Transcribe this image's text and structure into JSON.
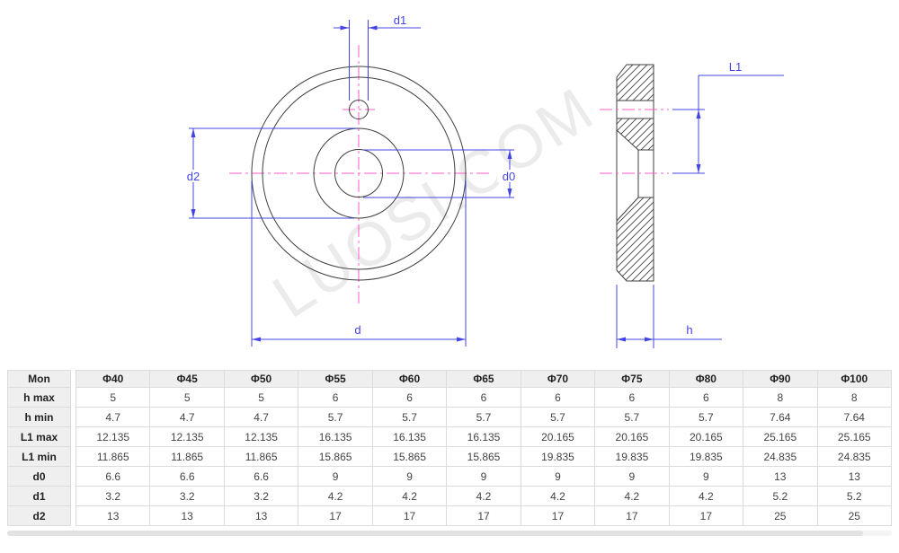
{
  "watermark": "LUOSI.COM",
  "drawing": {
    "labels": {
      "d1": "d1",
      "d2": "d2",
      "d0": "d0",
      "d": "d",
      "L1": "L1",
      "h": "h"
    },
    "colors": {
      "line": "#3f3f3f",
      "dimension": "#4444e4",
      "centerline": "#ff5ccb",
      "watermark": "#ebebeb"
    }
  },
  "table": {
    "header": [
      "Mon",
      "Φ40",
      "Φ45",
      "Φ50",
      "Φ55",
      "Φ60",
      "Φ65",
      "Φ70",
      "Φ75",
      "Φ80",
      "Φ90",
      "Φ100"
    ],
    "rows": [
      {
        "label": "h max",
        "values": [
          "5",
          "5",
          "5",
          "6",
          "6",
          "6",
          "6",
          "6",
          "6",
          "8",
          "8"
        ]
      },
      {
        "label": "h min",
        "values": [
          "4.7",
          "4.7",
          "4.7",
          "5.7",
          "5.7",
          "5.7",
          "5.7",
          "5.7",
          "5.7",
          "7.64",
          "7.64"
        ]
      },
      {
        "label": "L1 max",
        "values": [
          "12.135",
          "12.135",
          "12.135",
          "16.135",
          "16.135",
          "16.135",
          "20.165",
          "20.165",
          "20.165",
          "25.165",
          "25.165"
        ]
      },
      {
        "label": "L1 min",
        "values": [
          "11.865",
          "11.865",
          "11.865",
          "15.865",
          "15.865",
          "15.865",
          "19.835",
          "19.835",
          "19.835",
          "24.835",
          "24.835"
        ]
      },
      {
        "label": "d0",
        "values": [
          "6.6",
          "6.6",
          "6.6",
          "9",
          "9",
          "9",
          "9",
          "9",
          "9",
          "13",
          "13"
        ]
      },
      {
        "label": "d1",
        "values": [
          "3.2",
          "3.2",
          "3.2",
          "4.2",
          "4.2",
          "4.2",
          "4.2",
          "4.2",
          "4.2",
          "5.2",
          "5.2"
        ]
      },
      {
        "label": "d2",
        "values": [
          "13",
          "13",
          "13",
          "17",
          "17",
          "17",
          "17",
          "17",
          "17",
          "25",
          "25"
        ]
      }
    ]
  }
}
